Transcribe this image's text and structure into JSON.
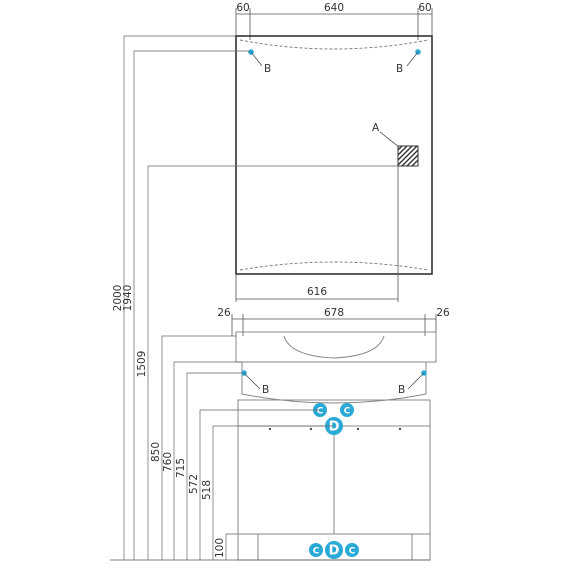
{
  "mirror": {
    "top_dimensions": {
      "left_margin": "60",
      "width": "640",
      "right_margin": "60"
    },
    "bottom_dimension": "616",
    "mount_points": [
      "B",
      "B"
    ],
    "outlet_label": "A"
  },
  "cabinet": {
    "top_dimensions": {
      "left_margin": "26",
      "width": "678",
      "right_margin": "26"
    },
    "mount_points": [
      "B",
      "B"
    ],
    "connections": {
      "upper_left": "C",
      "upper_right": "C",
      "drain": "D"
    },
    "floor_connections": [
      "C",
      "D",
      "C"
    ]
  },
  "heights": [
    "2000",
    "1940",
    "1509",
    "850",
    "760",
    "715",
    "572",
    "518",
    "100"
  ],
  "colors": {
    "accent": "#29a9d6",
    "line": "#333333"
  }
}
